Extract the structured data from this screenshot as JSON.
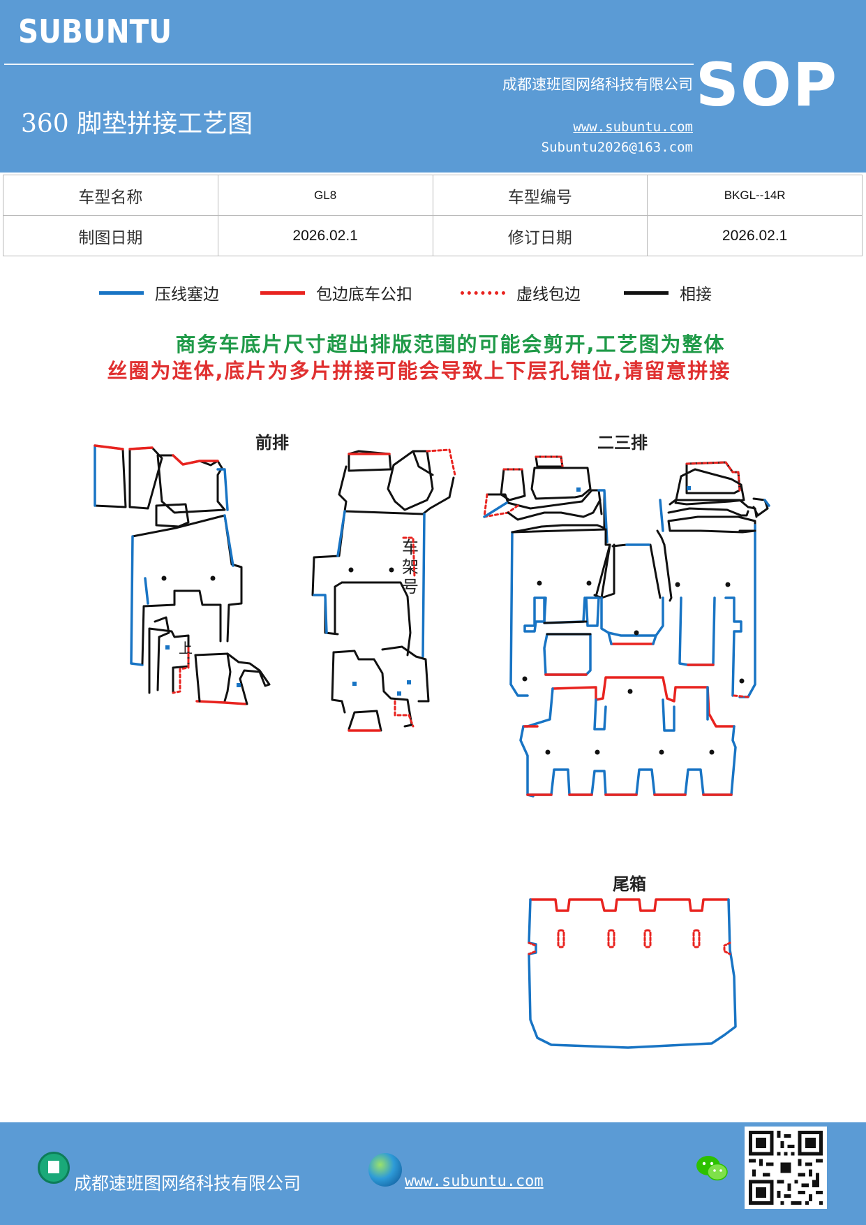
{
  "header": {
    "brand": "SUBUNTU",
    "sop": "SOP",
    "title": "360 脚垫拼接工艺图",
    "company": "成都速班图网络科技有限公司",
    "website": "www.subuntu.com",
    "email": "Subuntu2026@163.com"
  },
  "info": {
    "model_name_label": "车型名称",
    "model_name_value": "GL8",
    "model_code_label": "车型编号",
    "model_code_value": "BKGL--14R",
    "draw_date_label": "制图日期",
    "draw_date_value": "2026.02.1",
    "revise_date_label": "修订日期",
    "revise_date_value": "2026.02.1"
  },
  "legend": [
    {
      "label": "压线塞边",
      "color": "#1874c4",
      "style": "solid"
    },
    {
      "label": "包边底车公扣",
      "color": "#e8231f",
      "style": "solid"
    },
    {
      "label": "虚线包边",
      "color": "#e8231f",
      "style": "dotted"
    },
    {
      "label": "相接",
      "color": "#111111",
      "style": "solid"
    }
  ],
  "notes": {
    "line1": "商务车底片尺寸超出排版范围的可能会剪开,工艺图为整体",
    "line2": "丝圈为连体,底片为多片拼接可能会导致上下层孔错位,请留意拼接"
  },
  "sections": {
    "front": "前排",
    "second_third": "二三排",
    "trunk": "尾箱",
    "frame_number": "车架号",
    "up_mark": "上"
  },
  "colors": {
    "header_bg": "#5b9bd5",
    "blue_line": "#1874c4",
    "red_line": "#e8231f",
    "black_line": "#111111",
    "note_green": "#1f9a48",
    "note_red": "#e03030"
  },
  "footer": {
    "company": "成都速班图网络科技有限公司",
    "website": "www.subuntu.com"
  }
}
